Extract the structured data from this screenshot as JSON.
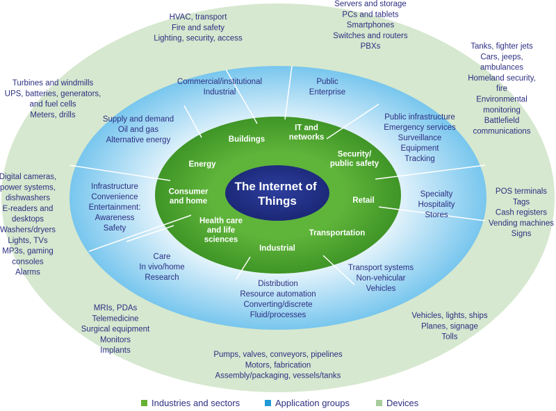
{
  "title": [
    "The Internet of",
    "Things"
  ],
  "industries": [
    {
      "id": "buildings",
      "lines": [
        "Buildings"
      ]
    },
    {
      "id": "it",
      "lines": [
        "IT and",
        "networks"
      ]
    },
    {
      "id": "security",
      "lines": [
        "Security/",
        "public safety"
      ]
    },
    {
      "id": "retail",
      "lines": [
        "Retail"
      ]
    },
    {
      "id": "transportation",
      "lines": [
        "Transportation"
      ]
    },
    {
      "id": "industrial",
      "lines": [
        "Industrial"
      ]
    },
    {
      "id": "healthcare",
      "lines": [
        "Health care",
        "and life",
        "sciences"
      ]
    },
    {
      "id": "consumer",
      "lines": [
        "Consumer",
        "and home"
      ]
    },
    {
      "id": "energy",
      "lines": [
        "Energy"
      ]
    }
  ],
  "applications": [
    {
      "id": "commercial",
      "lines": [
        "Commercial/institutional",
        "Industrial"
      ]
    },
    {
      "id": "public",
      "lines": [
        "Public",
        "Enterprise"
      ]
    },
    {
      "id": "infra",
      "lines": [
        "Public infrastructure",
        "Emergency services",
        "Surveillance",
        "Equipment",
        "Tracking"
      ]
    },
    {
      "id": "specialty",
      "lines": [
        "Specialty",
        "Hospitality",
        "Stores"
      ]
    },
    {
      "id": "transport",
      "lines": [
        "Transport systems",
        "Non-vehicular",
        "Vehicles"
      ]
    },
    {
      "id": "distribution",
      "lines": [
        "Distribution",
        "Resource automation",
        "Converting/discrete",
        "Fluid/processes"
      ]
    },
    {
      "id": "care",
      "lines": [
        "Care",
        "In vivo/home",
        "Research"
      ]
    },
    {
      "id": "infrastructure",
      "lines": [
        "Infrastructure",
        "Convenience",
        "Entertainment:",
        "Awareness",
        "Safety"
      ]
    },
    {
      "id": "supply",
      "lines": [
        "Supply and demand",
        "Oil and gas",
        "Alternative energy"
      ]
    }
  ],
  "devices": [
    {
      "id": "hvac",
      "lines": [
        "HVAC, transport",
        "Fire and safety",
        "Lighting, security, access"
      ]
    },
    {
      "id": "servers",
      "lines": [
        "Servers and storage",
        "PCs and tablets",
        "Smartphones",
        "Switches and routers",
        "PBXs"
      ]
    },
    {
      "id": "tanks",
      "lines": [
        "Tanks, fighter jets",
        "Cars, jeeps,",
        "ambulances",
        "Homeland security,",
        "fire",
        "Environmental",
        "monitoring",
        "Battlefield",
        "communications"
      ]
    },
    {
      "id": "pos",
      "lines": [
        "POS terminals",
        "Tags",
        "Cash registers",
        "Vending machines",
        "Signs"
      ]
    },
    {
      "id": "vehicles",
      "lines": [
        "Vehicles, lights, ships",
        "Planes, signage",
        "Tolls"
      ]
    },
    {
      "id": "pumps",
      "lines": [
        "Pumps, valves, conveyors, pipelines",
        "Motors, fabrication",
        "Assembly/packaging, vessels/tanks"
      ]
    },
    {
      "id": "mri",
      "lines": [
        "MRIs, PDAs",
        "Telemedicine",
        "Surgical equipment",
        "Monitors",
        "Implants"
      ]
    },
    {
      "id": "cameras",
      "lines": [
        "Digital cameras,",
        "power systems,",
        "dishwashers",
        "E-readers and",
        "desktops",
        "Washers/dryers",
        "Lights, TVs",
        "MP3s, gaming",
        "consoles",
        "Alarms"
      ]
    },
    {
      "id": "turbines",
      "lines": [
        "Turbines and windmills",
        "UPS, batteries, generators,",
        "and fuel cells",
        "Meters, drills"
      ]
    }
  ],
  "legend": [
    {
      "label": "Industries and sectors",
      "color": "#66b032"
    },
    {
      "label": "Application groups",
      "color": "#1f9ad6"
    },
    {
      "label": "Devices",
      "color": "#a8cc9c"
    }
  ],
  "colors": {
    "devices_ring": "#d4e6cd",
    "app_ring": "#8fd0f0",
    "industry_ring": "#4ea62e",
    "center": "#1f2f8a"
  }
}
